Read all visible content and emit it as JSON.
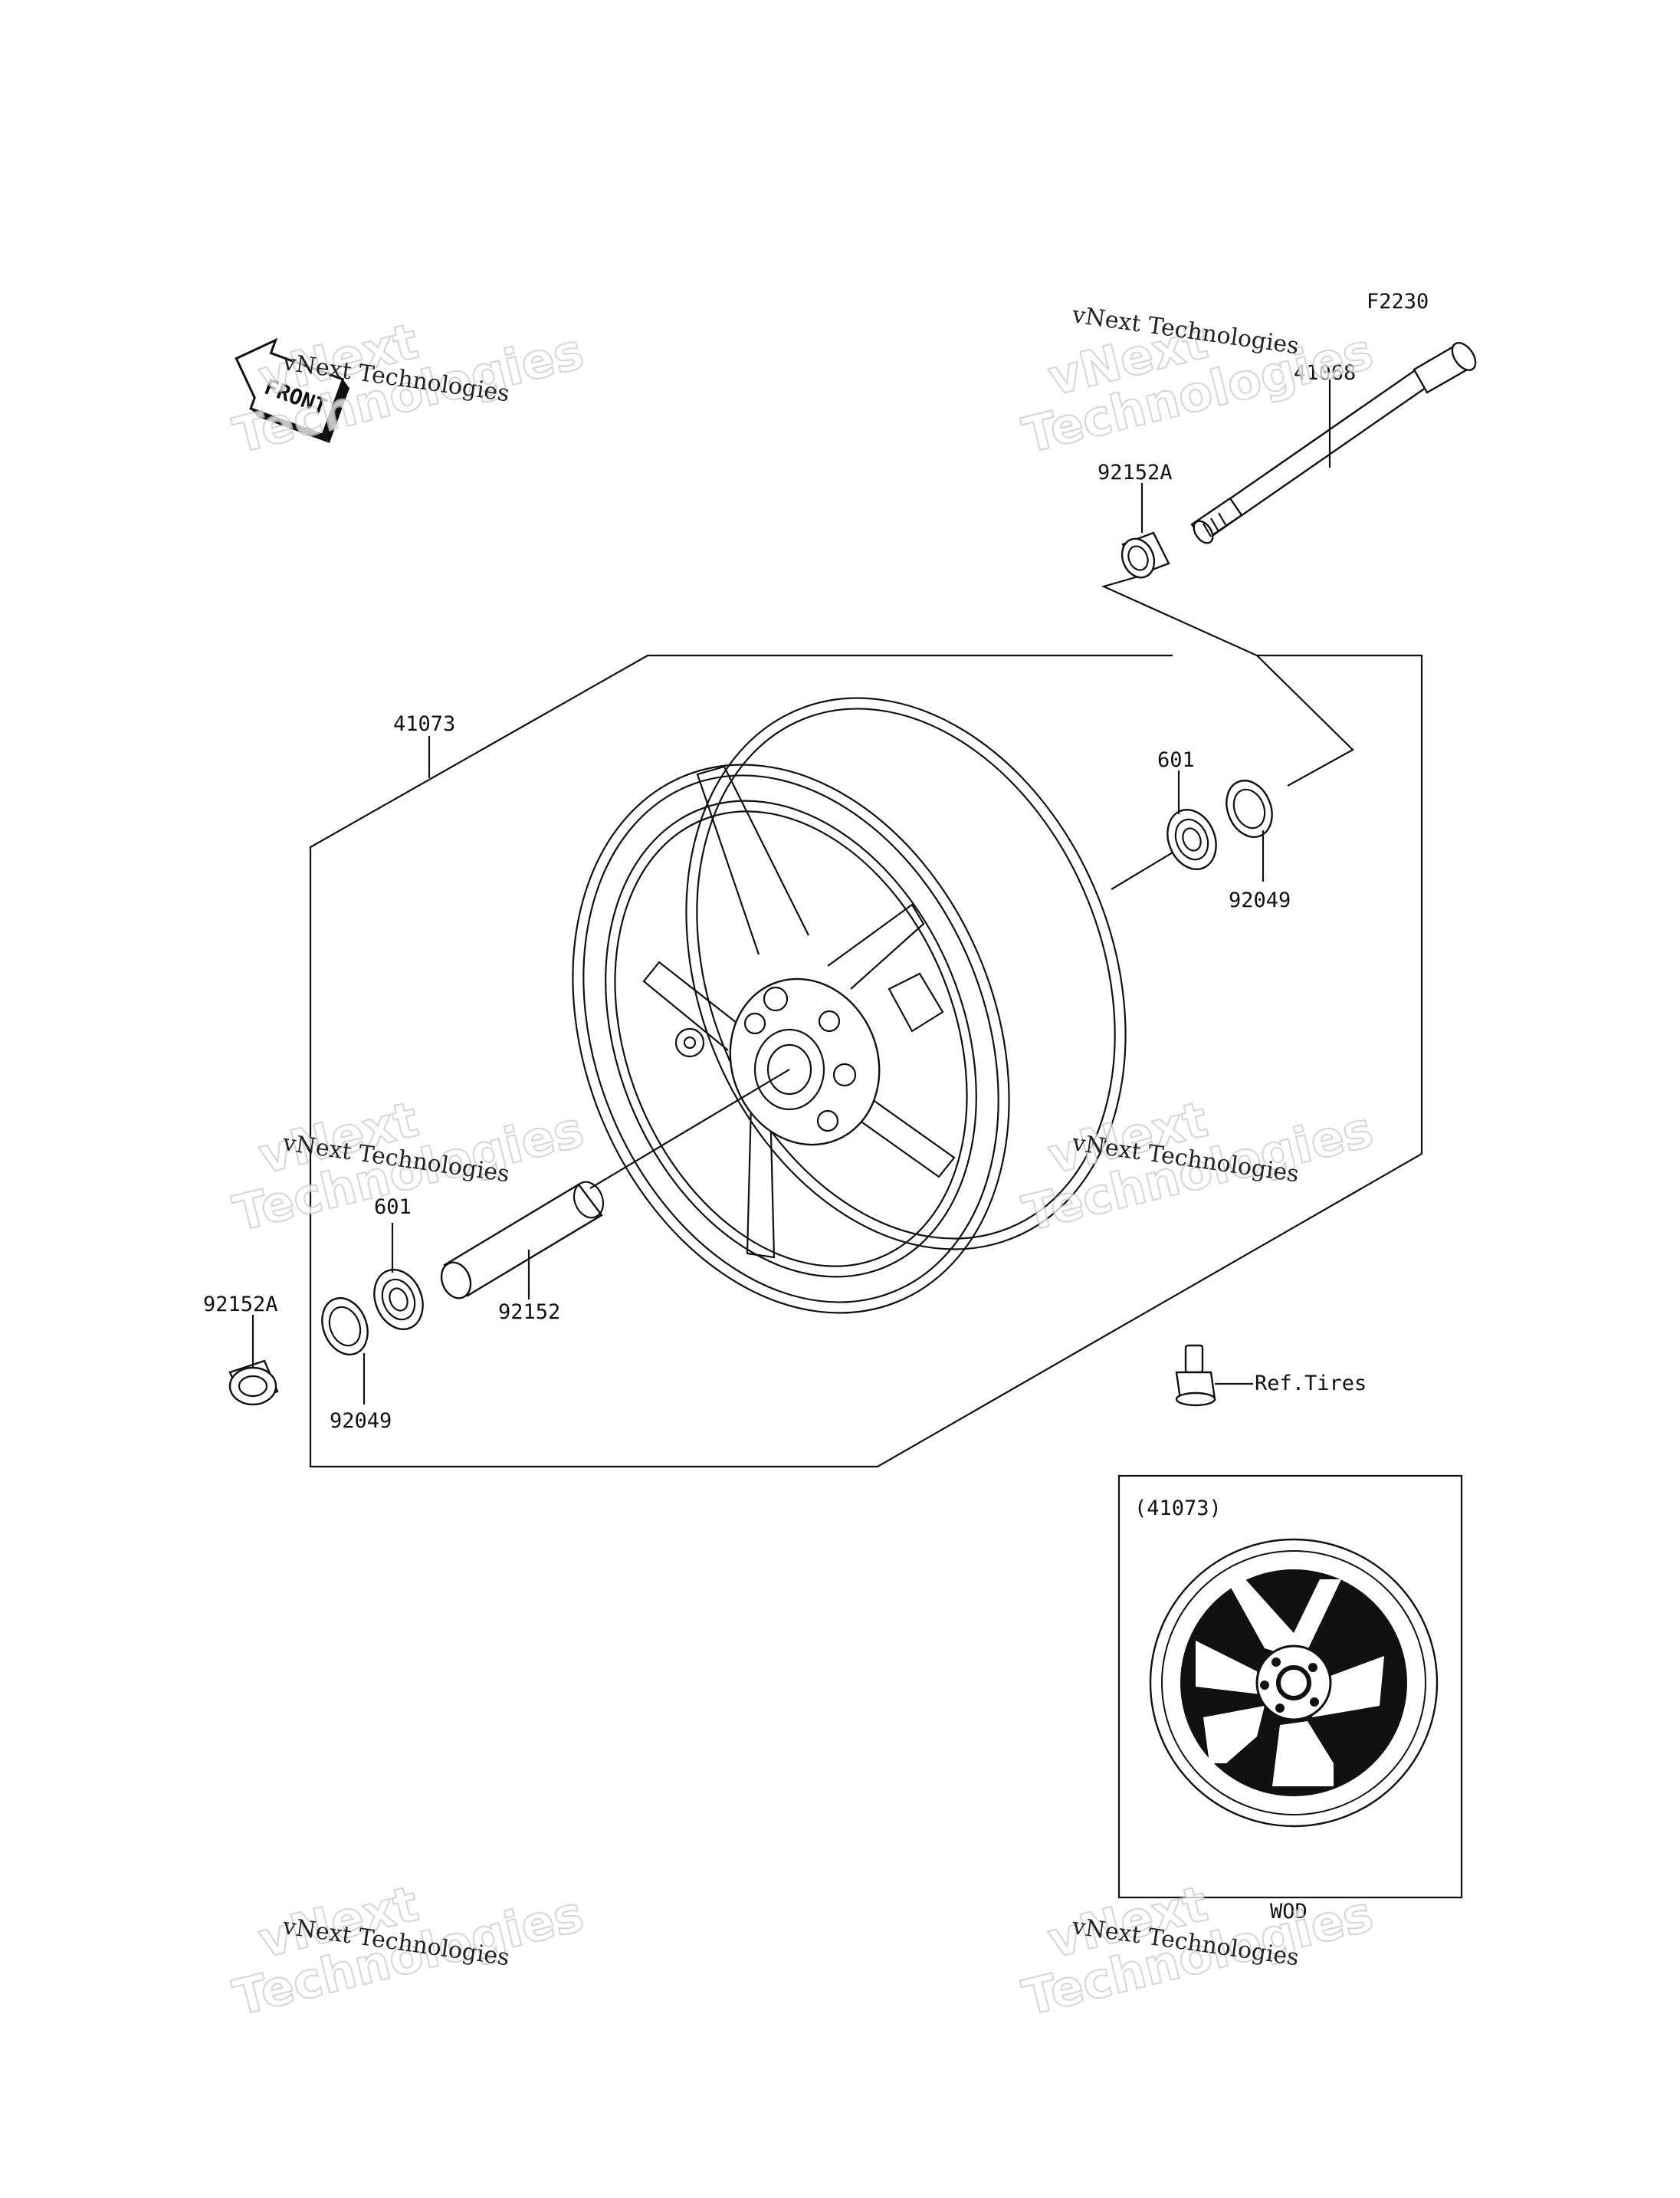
{
  "diagram_code": "F2230",
  "front_badge": "FRONT",
  "callouts": {
    "axle": "41068",
    "collar_top": "92152A",
    "wheel": "41073",
    "bearing_right": "601",
    "seal_right": "92049",
    "bearing_left": "601",
    "spacer": "92152",
    "collar_left": "92152A",
    "seal_left": "92049",
    "valve_ref": "Ref.Tires"
  },
  "inset": {
    "title": "(41073)",
    "color_code": "WOD"
  },
  "watermark": {
    "small": "vNext Technologies",
    "big_line1": "vNext",
    "big_line2": "Technologies"
  }
}
